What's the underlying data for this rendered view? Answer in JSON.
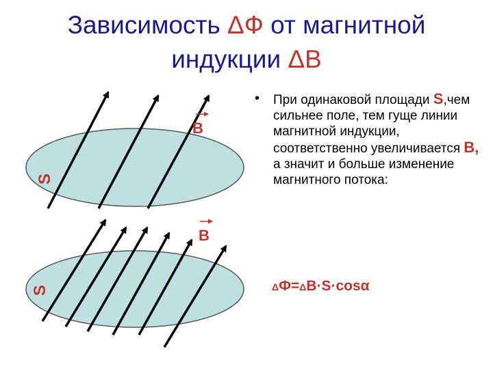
{
  "title": {
    "line1_a": "Зависимость ",
    "line1_delta": "ΔФ",
    "line1_b": " от магнитной",
    "line2_a": "индукции ",
    "line2_delta": "ΔВ"
  },
  "figure": {
    "top_vector_label": "В",
    "top_area_label": "S",
    "bottom_vector_label": "В",
    "bottom_area_label": "S",
    "ellipse_fill": "#bfe0e2",
    "accent": "#c0342c"
  },
  "bullet": {
    "part1": "При одинаковой площади ",
    "s_symbol": "S",
    "part2": ",чем сильнее поле, тем гуще линии магнитной индукции, соответственно увеличивается ",
    "b_symbol": "В,",
    "part3": " а значит и больше изменение магнитного потока:"
  },
  "formula": {
    "delta1": "Δ",
    "phi": "Ф=",
    "delta2": "Δ",
    "rest": "В·S·cosα"
  }
}
